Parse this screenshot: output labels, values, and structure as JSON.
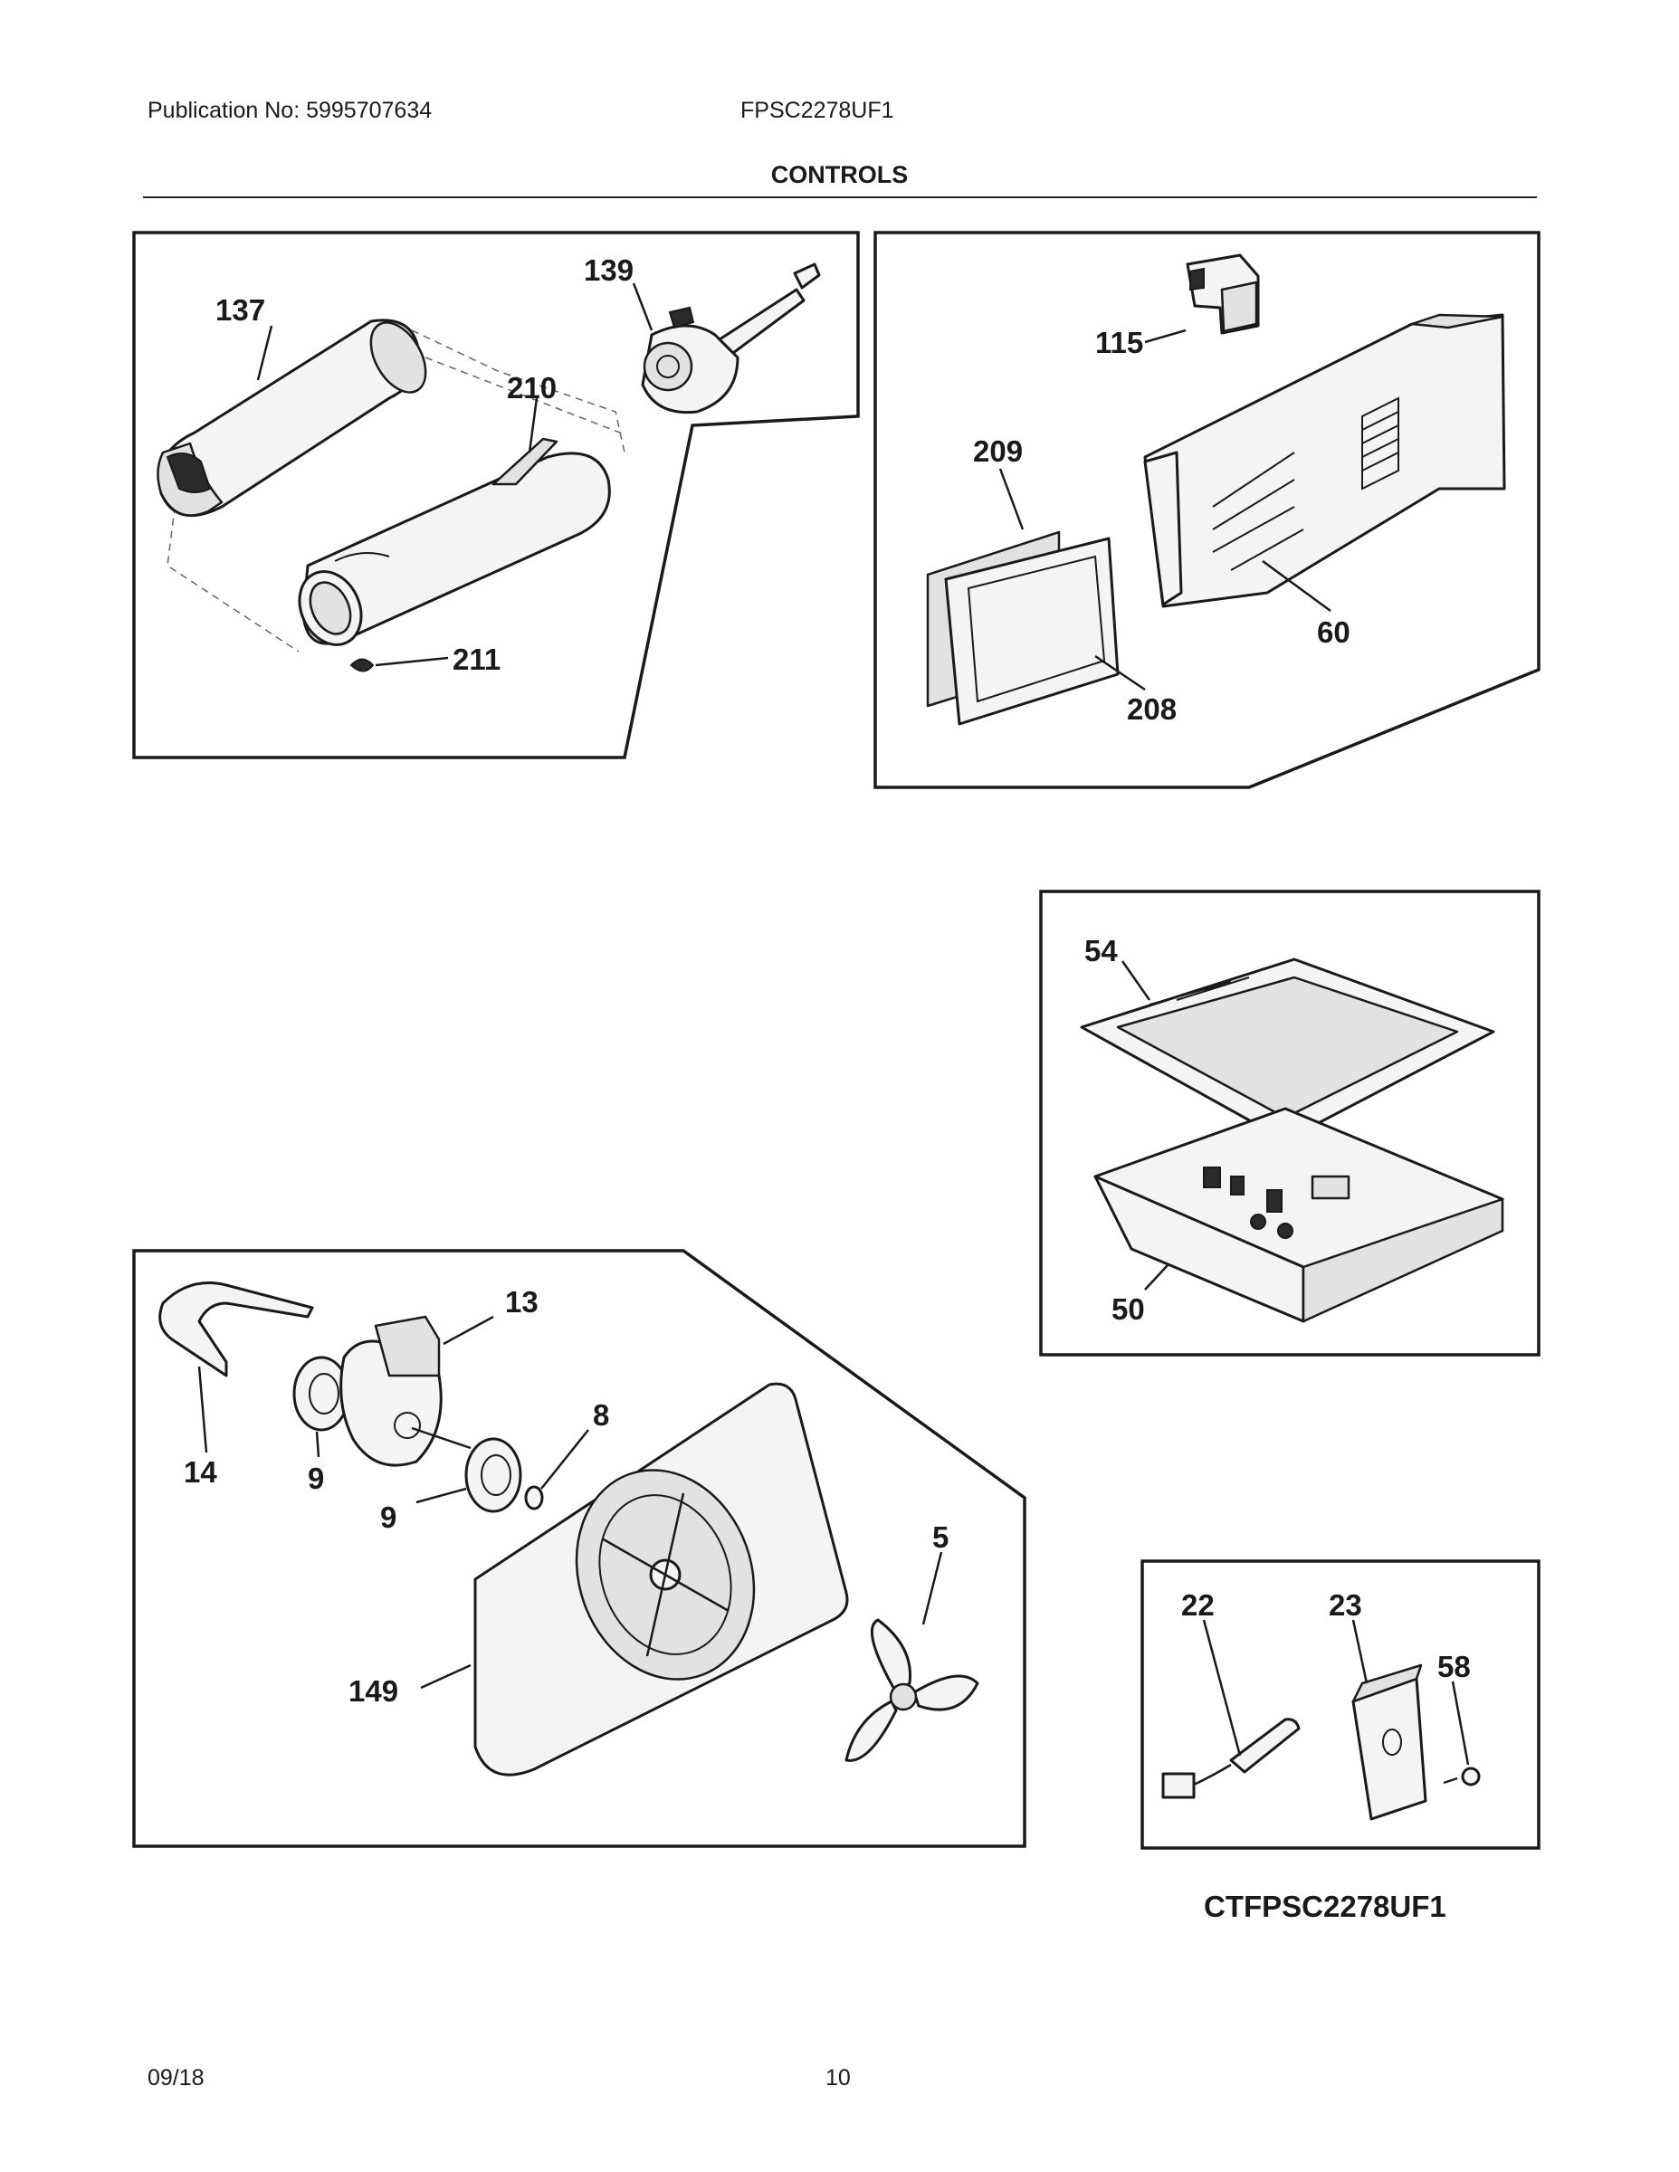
{
  "header": {
    "publication": "Publication No: 5995707634",
    "model": "FPSC2278UF1",
    "title": "CONTROLS"
  },
  "diagram_code": "CTFPSC2278UF1",
  "footer": {
    "date": "09/18",
    "page": "10"
  },
  "parts": {
    "p137": "137",
    "p139": "139",
    "p210": "210",
    "p211": "211",
    "p115": "115",
    "p209": "209",
    "p60": "60",
    "p208": "208",
    "p54": "54",
    "p50": "50",
    "p13": "13",
    "p14": "14",
    "p9a": "9",
    "p9b": "9",
    "p8": "8",
    "p5": "5",
    "p149": "149",
    "p22": "22",
    "p23": "23",
    "p58": "58"
  }
}
